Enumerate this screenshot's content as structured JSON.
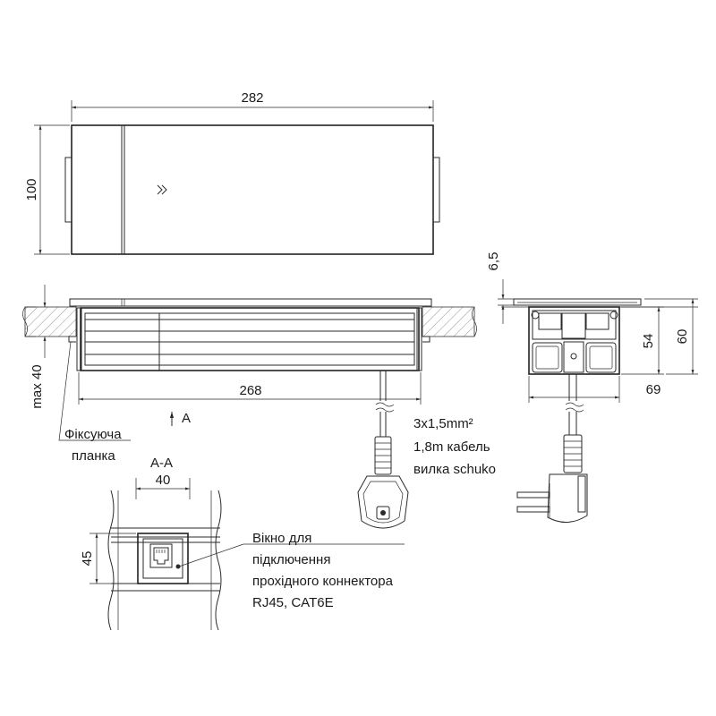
{
  "dimensions": {
    "width_top": "282",
    "height_top": "100",
    "lid": "6,5",
    "height_54": "54",
    "height_60": "60",
    "width_69": "69",
    "length_268": "268",
    "max40": "max 40",
    "section_width": "40",
    "section_height": "45"
  },
  "labels": {
    "fixing_strip_1": "Фіксуюча",
    "fixing_strip_2": "планка",
    "view_arrow": "A",
    "section": "A-A",
    "cable_1": "3x1,5mm²",
    "cable_2": "1,8m кабель",
    "cable_3": "вилка schuko",
    "window_1": "Вікно для",
    "window_2": "підключення",
    "window_3": "прохідного коннектора",
    "window_4": "RJ45, CAT6E"
  },
  "colors": {
    "line": "#2a2a2a",
    "fill_gray": "#d9d9d9"
  }
}
